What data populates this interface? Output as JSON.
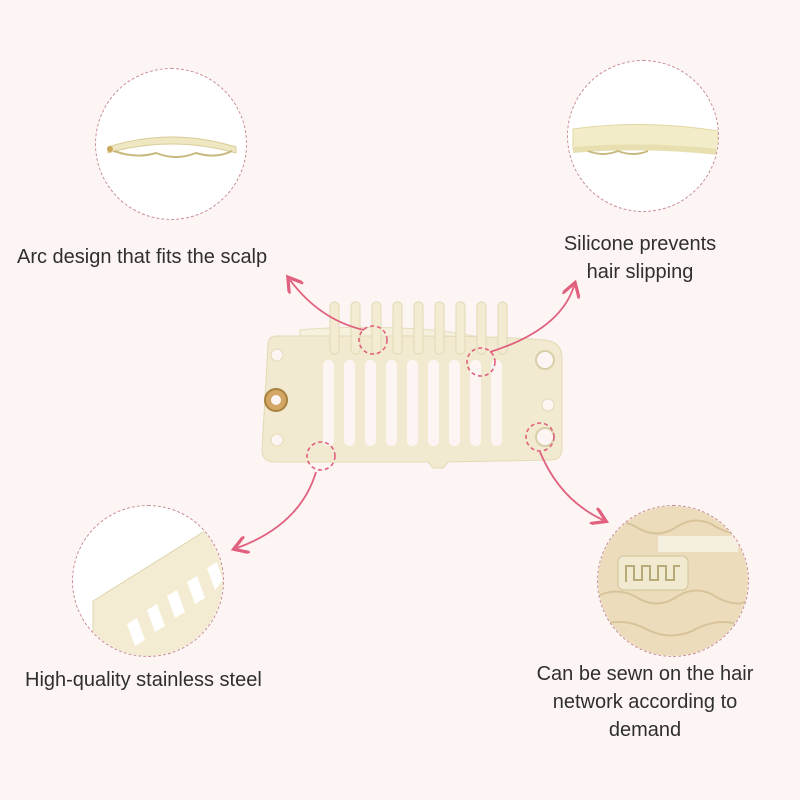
{
  "features": {
    "arc": {
      "icon": "arc-clip-detail-icon",
      "label": "Arc design that fits the scalp"
    },
    "silicone": {
      "icon": "silicone-strip-detail-icon",
      "label_line1": "Silicone prevents",
      "label_line2": "hair slipping"
    },
    "steel": {
      "icon": "steel-teeth-detail-icon",
      "label": "High-quality stainless steel"
    },
    "sewn": {
      "icon": "sewn-clip-detail-icon",
      "label_line1": "Can be sewn on the hair",
      "label_line2": "network according to",
      "label_line3": "demand"
    }
  },
  "colors": {
    "background": "#fdf5f3",
    "clip": "#f1ead0",
    "accent": "#e0607e",
    "circle_border": "#c98b96"
  }
}
